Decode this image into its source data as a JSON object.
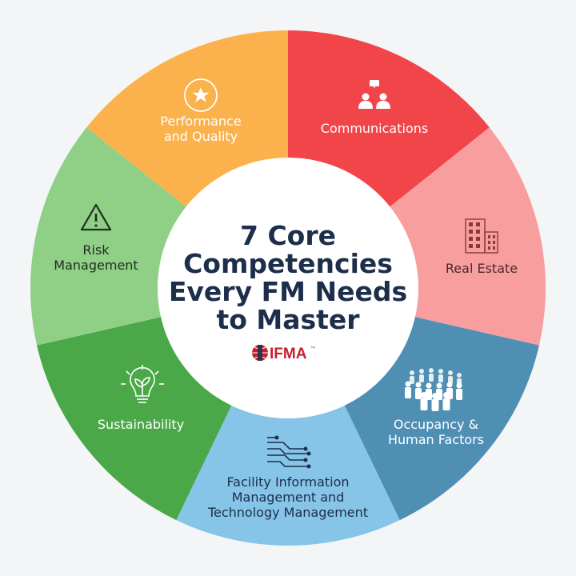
{
  "center": {
    "title_lines": [
      "7 Core",
      "Competencies",
      "Every FM Needs",
      "to Master"
    ],
    "logo_text": "IFMA",
    "logo_tm": "™"
  },
  "colors": {
    "background": "#f4f5f6",
    "center_fill": "#ffffff",
    "title": "#1c2e4a",
    "logo": "#c8202f"
  },
  "segments": [
    {
      "id": "communications",
      "lines": [
        "Communications"
      ],
      "color": "#f2454a",
      "text_color": "#ffffff",
      "icon": "people-speech-icon"
    },
    {
      "id": "real-estate",
      "lines": [
        "Real Estate"
      ],
      "color": "#f89e9e",
      "text_color": "#4a2a2a",
      "icon": "building-icon"
    },
    {
      "id": "occupancy",
      "lines": [
        "Occupancy &",
        "Human Factors"
      ],
      "color": "#4f8fb3",
      "text_color": "#ffffff",
      "icon": "crowd-icon"
    },
    {
      "id": "facility-information",
      "lines": [
        "Facility Information",
        "Management and",
        "Technology Management"
      ],
      "color": "#86c4e8",
      "text_color": "#1c2e4a",
      "icon": "circuit-icon"
    },
    {
      "id": "sustainability",
      "lines": [
        "Sustainability"
      ],
      "color": "#4aa848",
      "text_color": "#ffffff",
      "icon": "lightbulb-plant-icon"
    },
    {
      "id": "risk-management",
      "lines": [
        "Risk",
        "Management"
      ],
      "color": "#8fcf86",
      "text_color": "#1f2e1f",
      "icon": "warning-icon"
    },
    {
      "id": "performance-quality",
      "lines": [
        "Performance",
        "and Quality"
      ],
      "color": "#fbb24d",
      "text_color": "#ffffff",
      "icon": "star-badge-icon"
    }
  ]
}
